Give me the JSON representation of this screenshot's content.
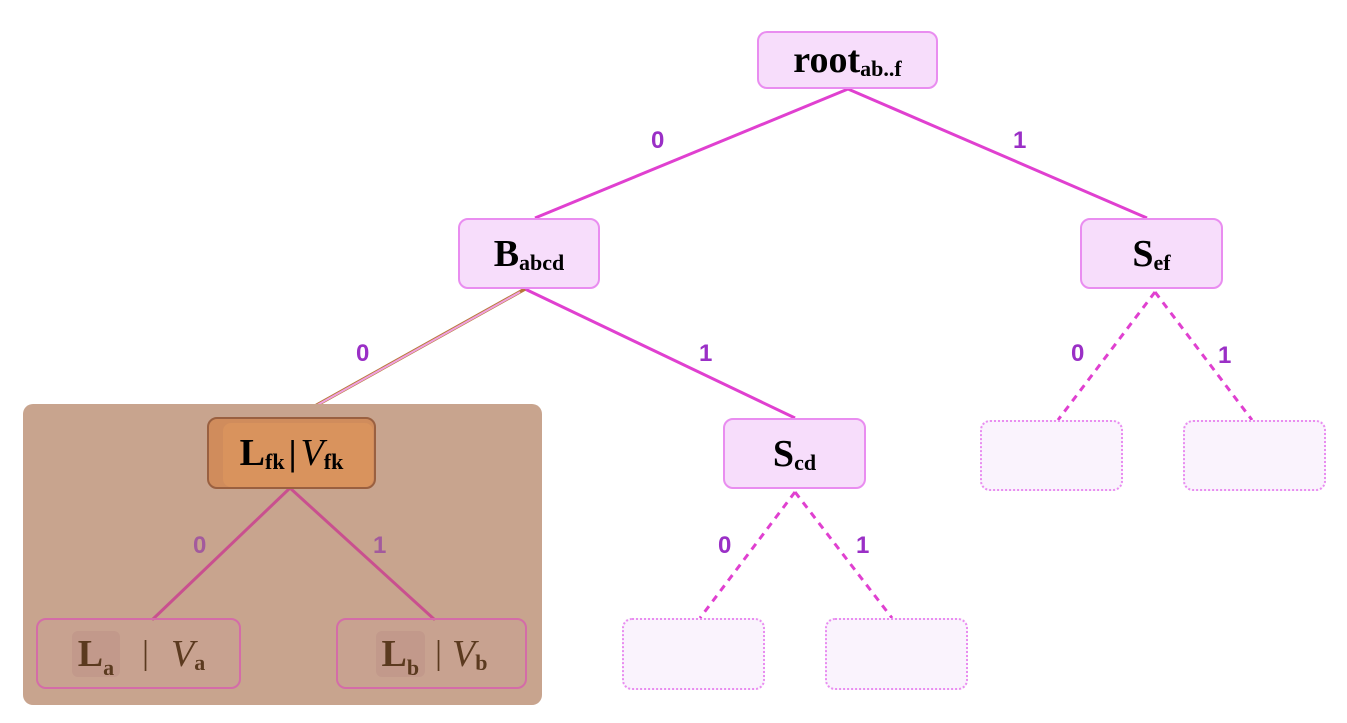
{
  "nodes": {
    "root": {
      "main": "root",
      "sub": "ab..f"
    },
    "b_abcd": {
      "main": "B",
      "sub": "abcd"
    },
    "s_ef": {
      "main": "S",
      "sub": "ef"
    },
    "s_cd": {
      "main": "S",
      "sub": "cd"
    },
    "l_fk": {
      "main": "L",
      "sub": "fk",
      "sep": "|",
      "value": "V",
      "value_sub": "fk"
    },
    "l_a": {
      "main": "L",
      "sub": "a",
      "sep": "|",
      "value": "V",
      "value_sub": "a"
    },
    "l_b": {
      "main": "L",
      "sub": "b",
      "sep": "|",
      "value": "V",
      "value_sub": "b"
    }
  },
  "edge_labels": {
    "root_left": "0",
    "root_right": "1",
    "b_left": "0",
    "b_right": "1",
    "sef_left": "0",
    "sef_right": "1",
    "scd_left": "0",
    "scd_right": "1",
    "lfk_left": "0",
    "lfk_right": "1"
  },
  "colors": {
    "edge": "#e040d0",
    "edge_label": "#9a2fc6",
    "node_fill": "#f7ddfb",
    "node_border": "#e98df0",
    "highlight_overlay": "#c8a48e",
    "highlight_node": "#d08c5c",
    "highlight_edge": "#b8793a"
  }
}
